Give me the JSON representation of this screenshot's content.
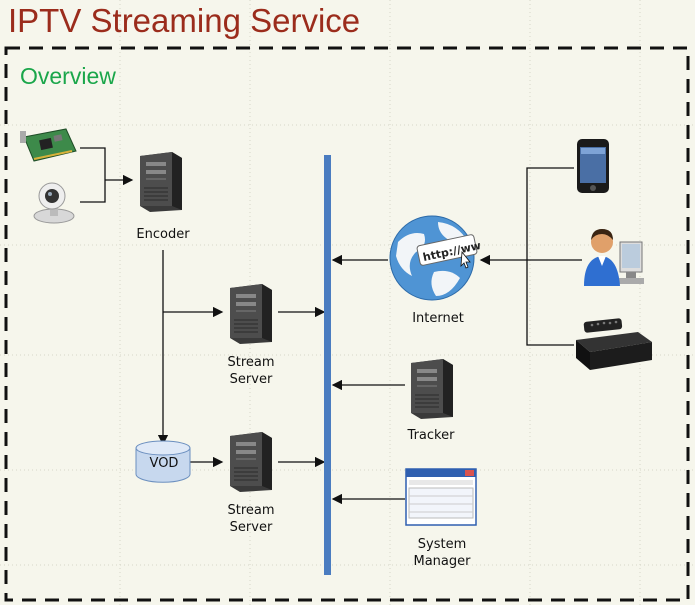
{
  "slide": {
    "title": "IPTV Streaming Service",
    "subtitle": "Overview"
  },
  "nodes": {
    "encoder": "Encoder",
    "stream_server_1_line1": "Stream",
    "stream_server_1_line2": "Server",
    "vod": "VOD",
    "stream_server_2_line1": "Stream",
    "stream_server_2_line2": "Server",
    "internet": "Internet",
    "tracker": "Tracker",
    "system_manager_line1": "System",
    "system_manager_line2": "Manager",
    "globe_url": "http://ww"
  },
  "colors": {
    "title": "#9b2c1c",
    "subtitle": "#1aa64a",
    "backbone": "#4a7cc0",
    "background": "#f6f6ec"
  },
  "icons": [
    "capture-card-icon",
    "webcam-icon",
    "server-icon",
    "database-icon",
    "globe-icon",
    "smartphone-icon",
    "pc-user-icon",
    "set-top-box-icon",
    "window-icon"
  ]
}
